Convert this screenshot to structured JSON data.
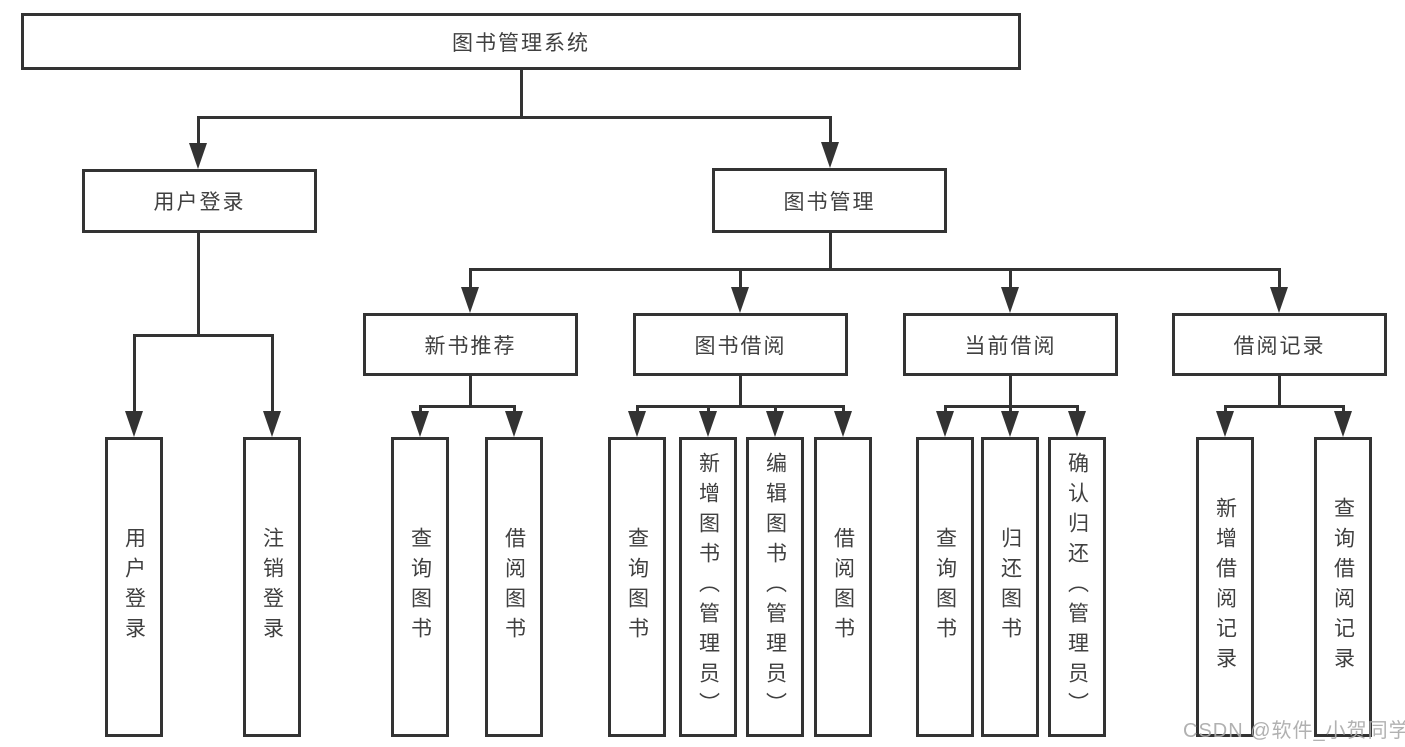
{
  "diagram": {
    "root": {
      "label": "图书管理系统"
    },
    "modules": {
      "user_login": {
        "label": "用户登录"
      },
      "book_mgmt": {
        "label": "图书管理"
      }
    },
    "submodules": {
      "new_books": {
        "label": "新书推荐"
      },
      "book_borrow": {
        "label": "图书借阅"
      },
      "current_borrow": {
        "label": "当前借阅"
      },
      "borrow_records": {
        "label": "借阅记录"
      }
    },
    "functions": {
      "user_login_fn": {
        "label": "用户登录"
      },
      "logout_fn": {
        "label": "注销登录"
      },
      "nb_query_books": {
        "label": "查询图书"
      },
      "nb_borrow_books": {
        "label": "借阅图书"
      },
      "bb_query_books": {
        "label": "查询图书"
      },
      "bb_add_books": {
        "label": "新增图书（管理员）"
      },
      "bb_edit_books": {
        "label": "编辑图书（管理员）"
      },
      "bb_borrow_books": {
        "label": "借阅图书"
      },
      "cb_query_books": {
        "label": "查询图书"
      },
      "cb_return_books": {
        "label": "归还图书"
      },
      "cb_confirm_return": {
        "label": "确认归还（管理员）"
      },
      "br_add_record": {
        "label": "新增借阅记录"
      },
      "br_query_record": {
        "label": "查询借阅记录"
      }
    }
  },
  "watermark": {
    "text": "CSDN @软件_小贺同学"
  },
  "colors": {
    "background": "#ffffff",
    "box_border": "#333333",
    "connector": "#333333",
    "text": "#404040",
    "watermark": "#aaaaaa"
  }
}
